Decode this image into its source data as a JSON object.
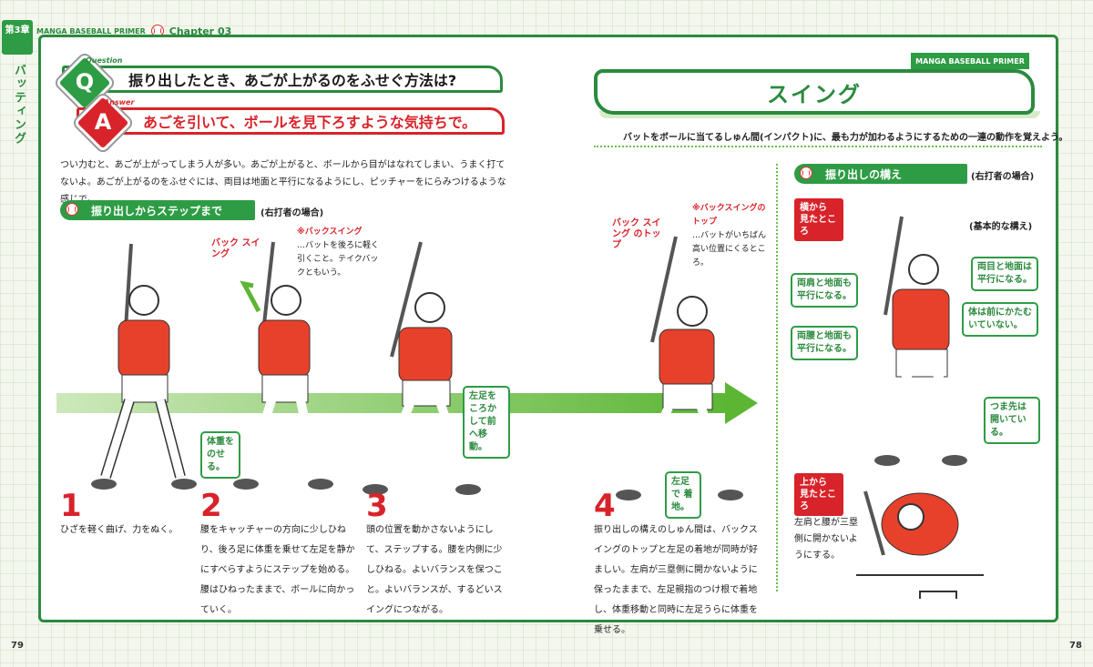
{
  "header": {
    "chapter_tab": "第3章",
    "side_title": "バッティング",
    "series": "MANGA BASEBALL PRIMER",
    "chapter": "Chapter 03"
  },
  "qa": {
    "q_tag": "Question",
    "q_letter": "Q",
    "question": "振り出したとき、あごが上がるのをふせぐ方法は?",
    "a_tag": "Answer",
    "a_letter": "A",
    "answer": "あごを引いて、ボールを見下ろすような気持ちで。"
  },
  "intro": "つい力むと、あごが上がってしまう人が多い。あごが上がると、ボールから目がはなれてしまい、うまく打てないよ。あごが上がるのをふせぐには、両目は地面と平行になるようにし、ピッチャーをにらみつけるような感じで。",
  "left_section": {
    "title": "振り出しからステップまで",
    "note": "(右打者の場合)"
  },
  "labels": {
    "back_swing": "バック スイング",
    "back_swing_note_head": "※バックスイング",
    "back_swing_note": "…バットを後ろに軽く引くこと。テイクバックともいう。",
    "weight_callout": "体重を のせる。",
    "left_foot_callout": "左足をころかして前へ移動。",
    "top_label": "バック スイング のトップ",
    "top_note_head": "※バックスイングのトップ",
    "top_note": "…バットがいちばん高い位置にくるところ。",
    "land_callout": "左足で 着地。"
  },
  "steps": [
    {
      "num": "1",
      "text": "ひざを軽く曲げ、力をぬく。"
    },
    {
      "num": "2",
      "text": "腰をキャッチャーの方向に少しひねり、後ろ足に体重を乗せて左足を静かにすべらすようにステップを始める。腰はひねったままで、ボールに向かっていく。"
    },
    {
      "num": "3",
      "text": "頭の位置を動かさないようにして、ステップする。腰を内側に少しひねる。よいバランスを保つこと。よいバランスが、するどいスイングにつながる。"
    },
    {
      "num": "4",
      "text": "振り出しの構えのしゅん間は、バックスイングのトップと左足の着地が同時が好ましい。左肩が三塁側に開かないように保ったままで、左足親指のつけ根で着地し、体重移動と同時に左足うらに体重を乗せる。"
    }
  ],
  "right": {
    "series_tag": "MANGA BASEBALL PRIMER",
    "title": "スイング",
    "description": "バットをボールに当てるしゅん間(インパクト)に、最も力が加わるようにするための一連の動作を覚えよう。",
    "section_title": "振り出しの構え",
    "section_note": "(右打者の場合)",
    "side_view": "横から 見たところ",
    "basic_stance": "(基本的な構え)",
    "callout_eyes": "両目と地面は 平行になる。",
    "callout_shoulders": "両肩と地面も 平行になる。",
    "callout_body": "体は前にかたむいていない。",
    "callout_hips": "両腰と地面も 平行になる。",
    "callout_toes": "つま先は開いている。",
    "top_view": "上から 見たところ",
    "top_view_note": "左肩と腰が三塁側に開かないようにする。"
  },
  "pages": {
    "left": "79",
    "right": "78"
  },
  "colors": {
    "green": "#2e9c45",
    "red": "#d8232a",
    "uniform": "#e8412b"
  }
}
